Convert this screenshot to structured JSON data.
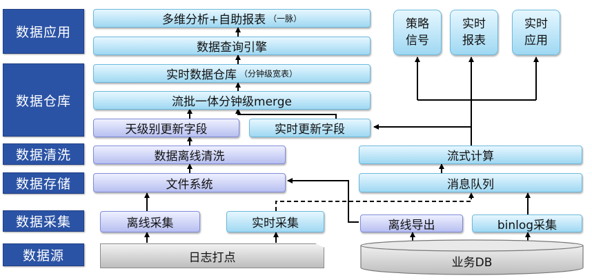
{
  "layers": [
    "数据应用",
    "数据仓库",
    "数据清洗",
    "数据存储",
    "数据采集",
    "数据源"
  ],
  "app": {
    "multi_dim": "多维分析+自助报表",
    "multi_dim_note": "（一脉）",
    "query_engine": "数据查询引擎"
  },
  "dw": {
    "realtime_dw": "实时数据仓库",
    "realtime_dw_note": "（分钟级宽表）",
    "merge": "流批一体分钟级merge",
    "daily_update": "天级别更新字段",
    "realtime_update": "实时更新字段"
  },
  "clean": {
    "offline_clean": "数据离线清洗",
    "stream_compute": "流式计算"
  },
  "storage": {
    "file_system": "文件系统",
    "message_queue": "消息队列"
  },
  "collect": {
    "offline_collect": "离线采集",
    "realtime_collect": "实时采集",
    "offline_export": "离线导出",
    "binlog_collect": "binlog采集"
  },
  "source": {
    "log_tracking": "日志打点",
    "business_db": "业务DB"
  },
  "outputs": [
    {
      "line1": "策略",
      "line2": "信号"
    },
    {
      "line1": "实时",
      "line2": "报表"
    },
    {
      "line1": "实时",
      "line2": "应用"
    }
  ]
}
